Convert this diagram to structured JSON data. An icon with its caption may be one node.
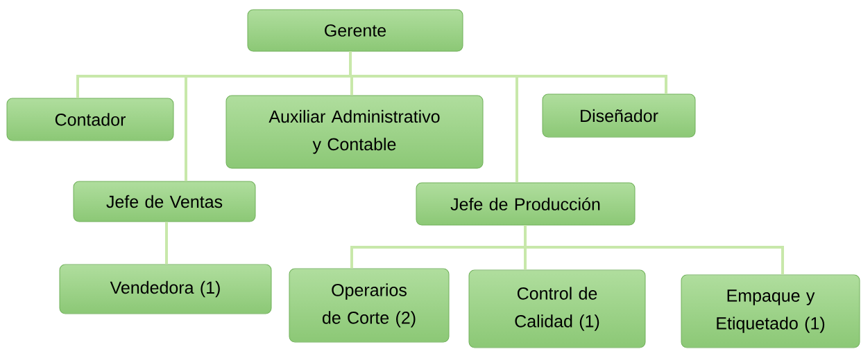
{
  "diagram": {
    "nodes": [
      {
        "text": [
          "Gerente"
        ]
      },
      {
        "text": [
          "Contador"
        ]
      },
      {
        "text": [
          "Auxiliar Administrativo y Contable"
        ]
      },
      {
        "text": [
          "Diseñador"
        ]
      },
      {
        "text": [
          "Jefe de Ventas"
        ]
      },
      {
        "text": [
          "Jefe de Producción"
        ]
      },
      {
        "text": [
          "Vendedora (1)"
        ]
      },
      {
        "text": [
          "Operarios de Corte (2)"
        ]
      },
      {
        "text": [
          "Control de Calidad (1)"
        ]
      },
      {
        "text": [
          "Empaque y Etiquetado (1)"
        ]
      }
    ],
    "edges": [
      {
        "from": 0,
        "to": 1,
        "arrow": "none"
      },
      {
        "from": 0,
        "to": 4,
        "arrow": "none"
      },
      {
        "from": 0,
        "to": 2,
        "arrow": "none"
      },
      {
        "from": 0,
        "to": 5,
        "arrow": "none"
      },
      {
        "from": 0,
        "to": 3,
        "arrow": "none"
      },
      {
        "from": 4,
        "to": 6,
        "arrow": "none"
      },
      {
        "from": 5,
        "to": 7,
        "arrow": "none"
      },
      {
        "from": 5,
        "to": 8,
        "arrow": "none"
      },
      {
        "from": 5,
        "to": 9,
        "arrow": "none"
      }
    ]
  }
}
